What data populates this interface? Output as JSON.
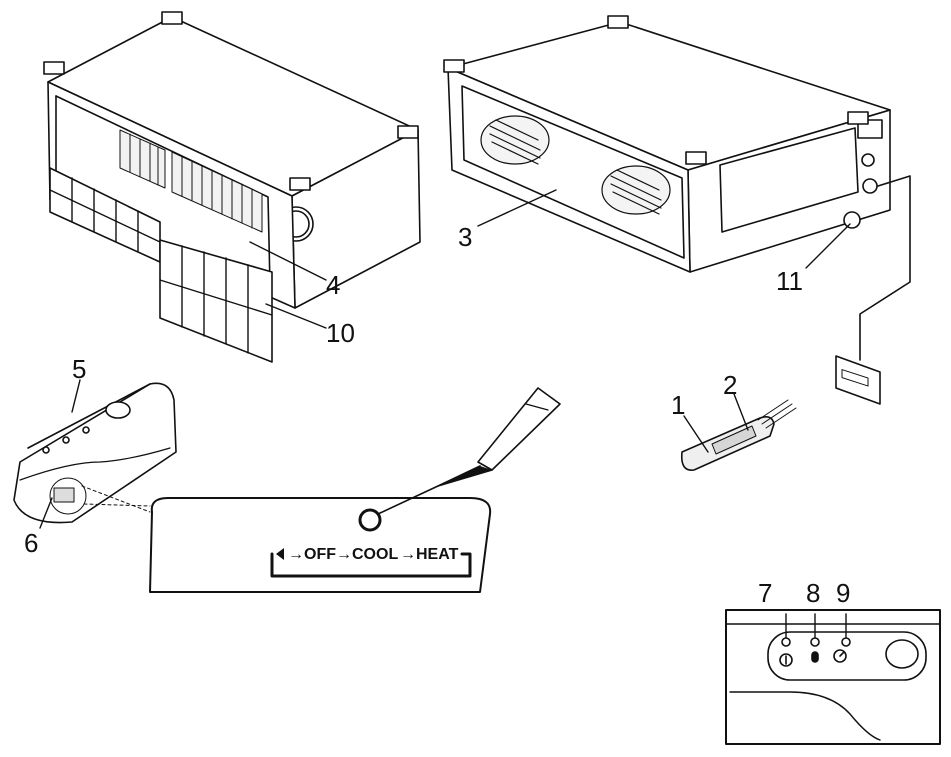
{
  "callouts": {
    "c1": "1",
    "c2": "2",
    "c3": "3",
    "c4": "4",
    "c5": "5",
    "c6": "6",
    "c7": "7",
    "c8": "8",
    "c9": "9",
    "c10": "10",
    "c11": "11"
  },
  "mode_switch": {
    "off": "OFF",
    "cool": "COOL",
    "heat": "HEAT"
  }
}
